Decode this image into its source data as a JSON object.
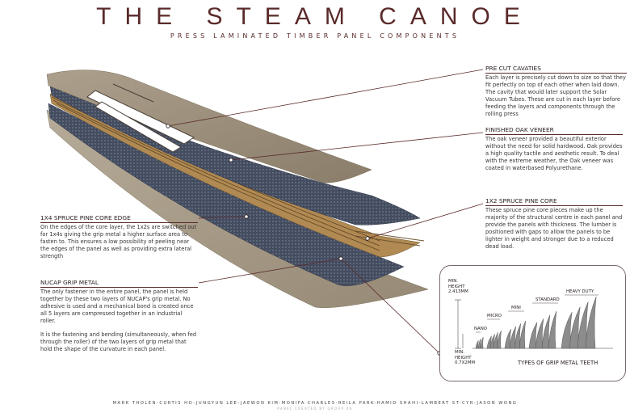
{
  "header": {
    "title": "THE STEAM CANOE",
    "subtitle": "PRESS LAMINATED TIMBER PANEL COMPONENTS"
  },
  "callouts": {
    "cavities": {
      "title": "PRE CUT CAVATIES",
      "text": "Each layer is precisely cut down to size so that they fit perfectly on top of each other when laid down. The cavity that would later support the Solar Vacuum Tubes. These are cut in each layer before feeding the layers and components through the rolling press"
    },
    "oak": {
      "title": "FINISHED OAK VENEER",
      "text": "The oak veneer provided a beautiful exterior without the need for solid hardwood. Oak provides a high quality tactile and aesthetic result. To deal with the extreme weather, the Oak veneer was coated in waterbased Polyurethane."
    },
    "pine2": {
      "title": "1x2 SPRUCE PINE CORE",
      "text": "These spruce pine core pieces make up the majority of the structural centre in each panel and provide the panels with thickness. The lumber is positioned with gaps to allow the panels to be lighter in weight and stronger due to a reduced dead load."
    },
    "edge": {
      "title": "1x4 SPRUCE PINE CORE EDGE",
      "text": "On the edges of the core layer, the 1x2s are switched out for 1x4s giving the grip metal a higher surface area to fasten to. This ensures a low possibility of peeling near the edges of the panel as well as providing extra lateral strength"
    },
    "grip": {
      "title": "NUCAP GRIP METAL",
      "text": "The only fastener in the entire panel, the panel is held together by these two layers of NUCAP's grip metal. No adhesive is used and a mechanical bond is created once all 5 layers are compressed together in an industrial roller.",
      "text2": "It is the fastening and bending (simultaneously, when fed through the roller) of the two layers of grip metal that hold the shape of the curvature in each panel."
    }
  },
  "teeth": {
    "max_label_1": "MIN.",
    "max_label_2": "HEIGHT",
    "max_value": "2.413mm",
    "min_label_1": "MIN.",
    "min_label_2": "HEIGHT",
    "min_value": "0.7x2mm",
    "sizes": [
      "NANO",
      "MICRO",
      "MINI",
      "STANDARD",
      "HEAVY DUTY"
    ],
    "caption": "TYPES OF GRIP METAL TEETH"
  },
  "footer": {
    "credits": "MARK THOLEN-CURTIS HO-JUNGYUN LEE-JAEWON KIM-MONIFA CHARLES-REILA PARK-HAMID SHAHI-LAMBERT ST-CYR-JASON WONG",
    "credits2": "PANEL CREATED BY GROUP 06"
  },
  "colors": {
    "accent": "#5a2a2a",
    "oak": "#9a8e7c",
    "grip": "#3d4456",
    "pine": "#b08a52"
  }
}
